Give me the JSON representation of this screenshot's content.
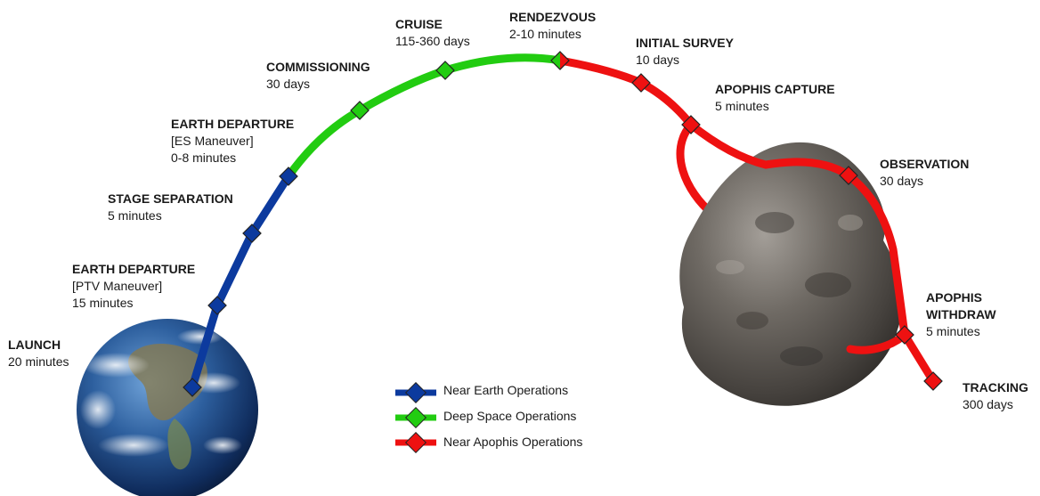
{
  "colors": {
    "near_earth": "#0c3a9e",
    "deep_space": "#22cc11",
    "near_apophis": "#ee1111"
  },
  "earth": {
    "icon": "earth-globe"
  },
  "asteroid": {
    "icon": "apophis-asteroid"
  },
  "phases": {
    "launch": {
      "title": "LAUNCH",
      "lines": [
        "20 minutes"
      ]
    },
    "ptv_departure": {
      "title": "EARTH DEPARTURE",
      "lines": [
        "[PTV Maneuver]",
        "15 minutes"
      ]
    },
    "stage_sep": {
      "title": "STAGE SEPARATION",
      "lines": [
        "5 minutes"
      ]
    },
    "es_departure": {
      "title": "EARTH DEPARTURE",
      "lines": [
        "[ES Maneuver]",
        "0-8 minutes"
      ]
    },
    "commissioning": {
      "title": "COMMISSIONING",
      "lines": [
        "30 days"
      ]
    },
    "cruise": {
      "title": "CRUISE",
      "lines": [
        "115-360 days"
      ]
    },
    "rendezvous": {
      "title": "RENDEZVOUS",
      "lines": [
        "2-10 minutes"
      ]
    },
    "initial_survey": {
      "title": "INITIAL SURVEY",
      "lines": [
        "10 days"
      ]
    },
    "capture": {
      "title": "APOPHIS CAPTURE",
      "lines": [
        "5 minutes"
      ]
    },
    "observation": {
      "title": "OBSERVATION",
      "lines": [
        "30 days"
      ]
    },
    "withdraw": {
      "title_lines": [
        "APOPHIS",
        "WITHDRAW"
      ],
      "lines": [
        "5 minutes"
      ]
    },
    "tracking": {
      "title": "TRACKING",
      "lines": [
        "300 days"
      ]
    }
  },
  "legend": [
    {
      "label": "Near Earth Operations",
      "color": "#0c3a9e"
    },
    {
      "label": "Deep Space Operations",
      "color": "#22cc11"
    },
    {
      "label": "Near Apophis Operations",
      "color": "#ee1111"
    }
  ]
}
